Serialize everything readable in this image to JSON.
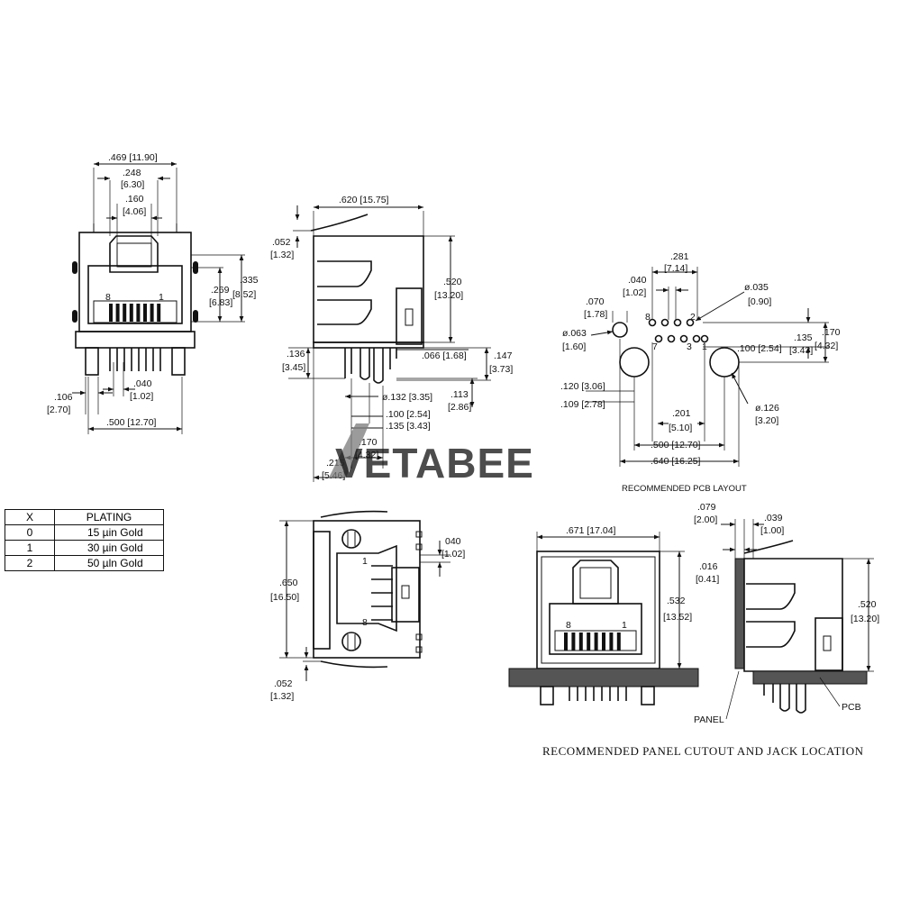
{
  "watermark": {
    "brand": "VETABEE",
    "color_main": "#7a7a7a",
    "color_accent": "#f0a060"
  },
  "front_view": {
    "dims": {
      "w469": ".469 [11.90]",
      "w248a": ".248",
      "w248b": "[6.30]",
      "w160a": ".160",
      "w160b": "[4.06]",
      "h335a": ".335",
      "h335b": "[8.52]",
      "h269a": ".269",
      "h269b": "[6.83]",
      "pin8": "8",
      "pin1": "1",
      "w106a": ".106",
      "w106b": "[2.70]",
      "w040a": ".040",
      "w040b": "[1.02]",
      "w500": ".500 [12.70]"
    }
  },
  "side_view": {
    "dims": {
      "w620": ".620 [15.75]",
      "h052a": ".052",
      "h052b": "[1.32]",
      "h520a": ".520",
      "h520b": "[13.20]",
      "h136a": ".136",
      "h136b": "[3.45]",
      "d066": ".066 [1.68]",
      "h147a": ".147",
      "h147b": "[3.73]",
      "d132": "ø.132 [3.35]",
      "d113a": ".113",
      "d113b": "[2.86]",
      "d100": ".100 [2.54]",
      "d135": ".135 [3.43]",
      "d170a": ".170",
      "d170b": "[4.32]",
      "d215a": ".215",
      "d215b": "[5.46]"
    }
  },
  "pcb_layout": {
    "caption": "RECOMMENDED PCB LAYOUT",
    "dims": {
      "d281a": ".281",
      "d281b": "[7.14]",
      "d040a": ".040",
      "d040b": "[1.02]",
      "d035a": "ø.035",
      "d035b": "[0.90]",
      "d070a": ".070",
      "d070b": "[1.78]",
      "d063a": "ø.063",
      "d063b": "[1.60]",
      "d135a": ".135",
      "d135b": "[3.43]",
      "d170a": ".170",
      "d170b": "[4.32]",
      "d100": ".100 [2.54]",
      "d120": ".120 [3.06]",
      "d109": ".109 [2.78]",
      "d126a": "ø.126",
      "d126b": "[3.20]",
      "d201a": ".201",
      "d201b": "[5.10]",
      "d500": ".500 [12.70]",
      "d640": ".640 [16.25]",
      "pins": [
        "8",
        "2",
        "7",
        "3",
        "1"
      ]
    }
  },
  "plating_table": {
    "headers": [
      "X",
      "PLATING"
    ],
    "rows": [
      {
        "x": "0",
        "plating": "15 µin Gold"
      },
      {
        "x": "1",
        "plating": "30 µin Gold"
      },
      {
        "x": "2",
        "plating": "50 µln Gold"
      }
    ]
  },
  "top_view": {
    "dims": {
      "d040a": "040",
      "d040b": "[1.02]",
      "h650a": ".650",
      "h650b": "[16.50]",
      "h052a": ".052",
      "h052b": "[1.32]",
      "pin1": "1",
      "pin8": "8"
    }
  },
  "panel_view": {
    "caption": "RECOMMENDED PANEL CUTOUT AND JACK LOCATION",
    "dims": {
      "w671": ".671 [17.04]",
      "h532a": ".532",
      "h532b": "[13.52]",
      "d079a": ".079",
      "d079b": "[2.00]",
      "d039a": ".039",
      "d039b": "[1.00]",
      "d016a": ".016",
      "d016b": "[0.41]",
      "h520a": ".520",
      "h520b": "[13.20]",
      "pin8": "8",
      "pin1": "1",
      "panel": "PANEL",
      "pcb": "PCB"
    }
  }
}
